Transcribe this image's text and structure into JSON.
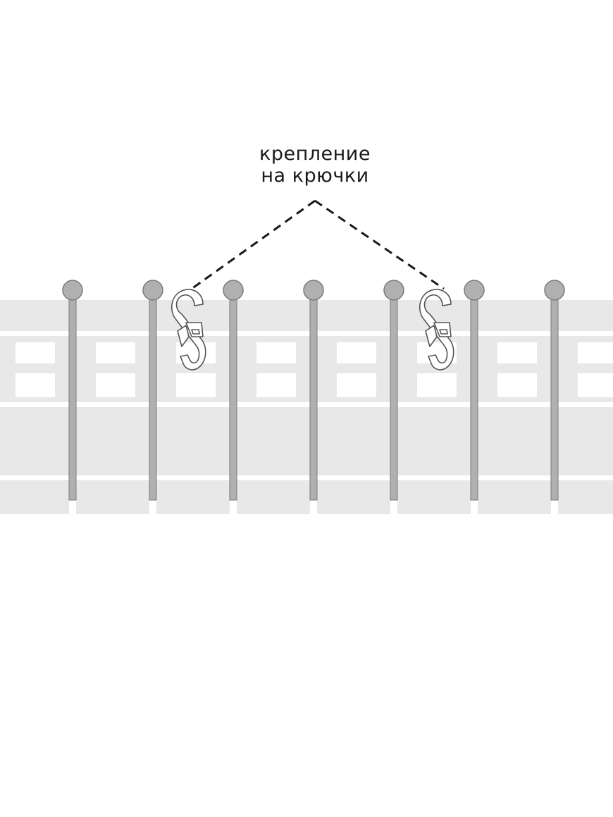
{
  "caption": {
    "line1": "крепление",
    "line2": "на крючки"
  },
  "colors": {
    "tape": "#e8e8e8",
    "stripe": "#ffffff",
    "cord": "#b0b0b0",
    "cord_stroke": "#7a7a7a",
    "hook_stroke": "#555555",
    "leader": "#1a1a1a"
  },
  "diagram": {
    "pleat_count": 8,
    "hook_count": 2
  }
}
